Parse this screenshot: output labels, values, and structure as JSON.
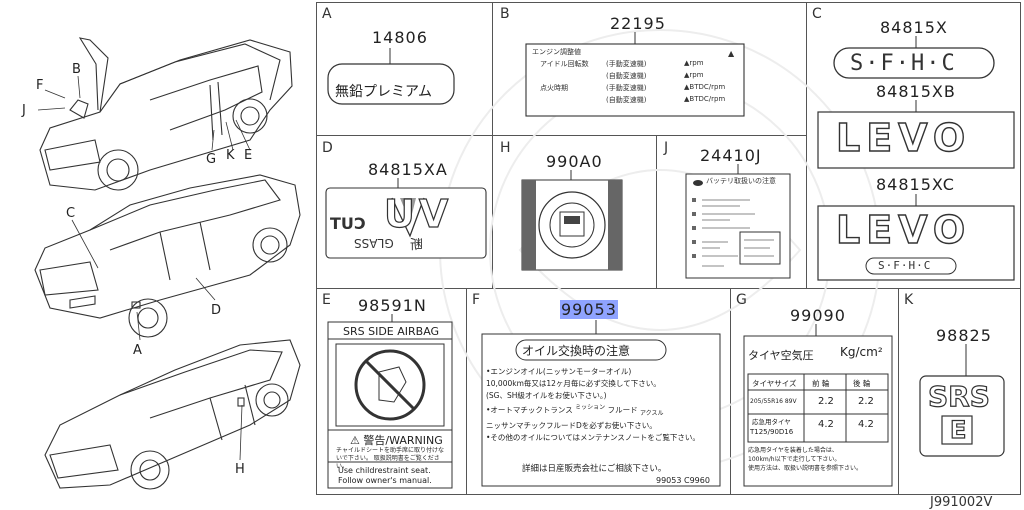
{
  "diagram_id": "J991002V",
  "car_callouts": [
    "F",
    "B",
    "J",
    "G",
    "K",
    "E",
    "C",
    "D",
    "A",
    "H"
  ],
  "cells": {
    "A": {
      "letter": "A",
      "part": "14806",
      "text": "無鉛プレミアム"
    },
    "B": {
      "letter": "B",
      "part": "22195",
      "title": "エンジン調整値",
      "rows": [
        {
          "c1": "アイドル回転数",
          "c2": "(手動変速機)",
          "c3": "rpm"
        },
        {
          "c1": "",
          "c2": "(自動変速機)",
          "c3": "rpm"
        },
        {
          "c1": "点火時期",
          "c2": "(手動変速機)",
          "c3": "BTDC/rpm"
        },
        {
          "c1": "",
          "c2": "(自動変速機)",
          "c3": "BTDC/rpm"
        }
      ]
    },
    "C": {
      "letter": "C",
      "parts": [
        "84815X",
        "84815XB",
        "84815XC"
      ],
      "sfhc": "S·F·H·C",
      "levo": "LEVO",
      "sfhc_small": "S·F·H·C"
    },
    "D": {
      "letter": "D",
      "part": "84815XA",
      "uv": "UV",
      "cut": "CUT",
      "glass": "GLASS",
      "jp": "断"
    },
    "H": {
      "letter": "H",
      "part": "990A0"
    },
    "J": {
      "letter": "J",
      "part": "24410J",
      "title": "バッテリ取扱いの注意"
    },
    "E": {
      "letter": "E",
      "part": "98591N",
      "head": "SRS SIDE AIRBAG",
      "warn": "警告/WARNING",
      "jp1": "チャイルドシートを助手席に取り付けないで下さい。",
      "jp2": "取扱説明書をご覧ください。",
      "en1": "Use childrestraint seat.",
      "en2": "Follow owner's manual."
    },
    "F": {
      "letter": "F",
      "part": "99053",
      "title": "オイル交換時の注意",
      "l1": "•エンジンオイル(ニッサンモーターオイル)",
      "l2": "10,000km毎又は12ヶ月毎に必ず交換して下さい。",
      "l3": "(SG、SH級オイルをお使い下さい。)",
      "l4a": "•オートマチックトランス",
      "l4b": "ミッション",
      "l4c": "フルード",
      "l4d": "アクスル",
      "l5": "ニッサンマチックフルードDを必ずお使い下さい。",
      "l6": "•その他のオイルについてはメンテナンスノートをご覧下さい。",
      "l7": "詳細は日産販売会社にご相談下さい。",
      "code": "99053 C9960"
    },
    "G": {
      "letter": "G",
      "part": "99090",
      "title": "タイヤ空気圧",
      "unit": "Kg/cm²",
      "h1": "タイヤサイズ",
      "h2": "前 輪",
      "h3": "後 輪",
      "r1": [
        "205/55R16 89V",
        "2.2",
        "2.2"
      ],
      "r2a": "応急用タイヤ",
      "r2b": "T125/90D16",
      "r2v": [
        "4.2",
        "4.2"
      ],
      "n1": "応急用タイヤを装着した場合は、",
      "n2": "100km/h以下で走行して下さい。",
      "n3": "使用方法は、取扱い説明書を参照下さい。"
    },
    "K": {
      "letter": "K",
      "part": "98825",
      "srs": "SRS",
      "e": "E"
    }
  }
}
